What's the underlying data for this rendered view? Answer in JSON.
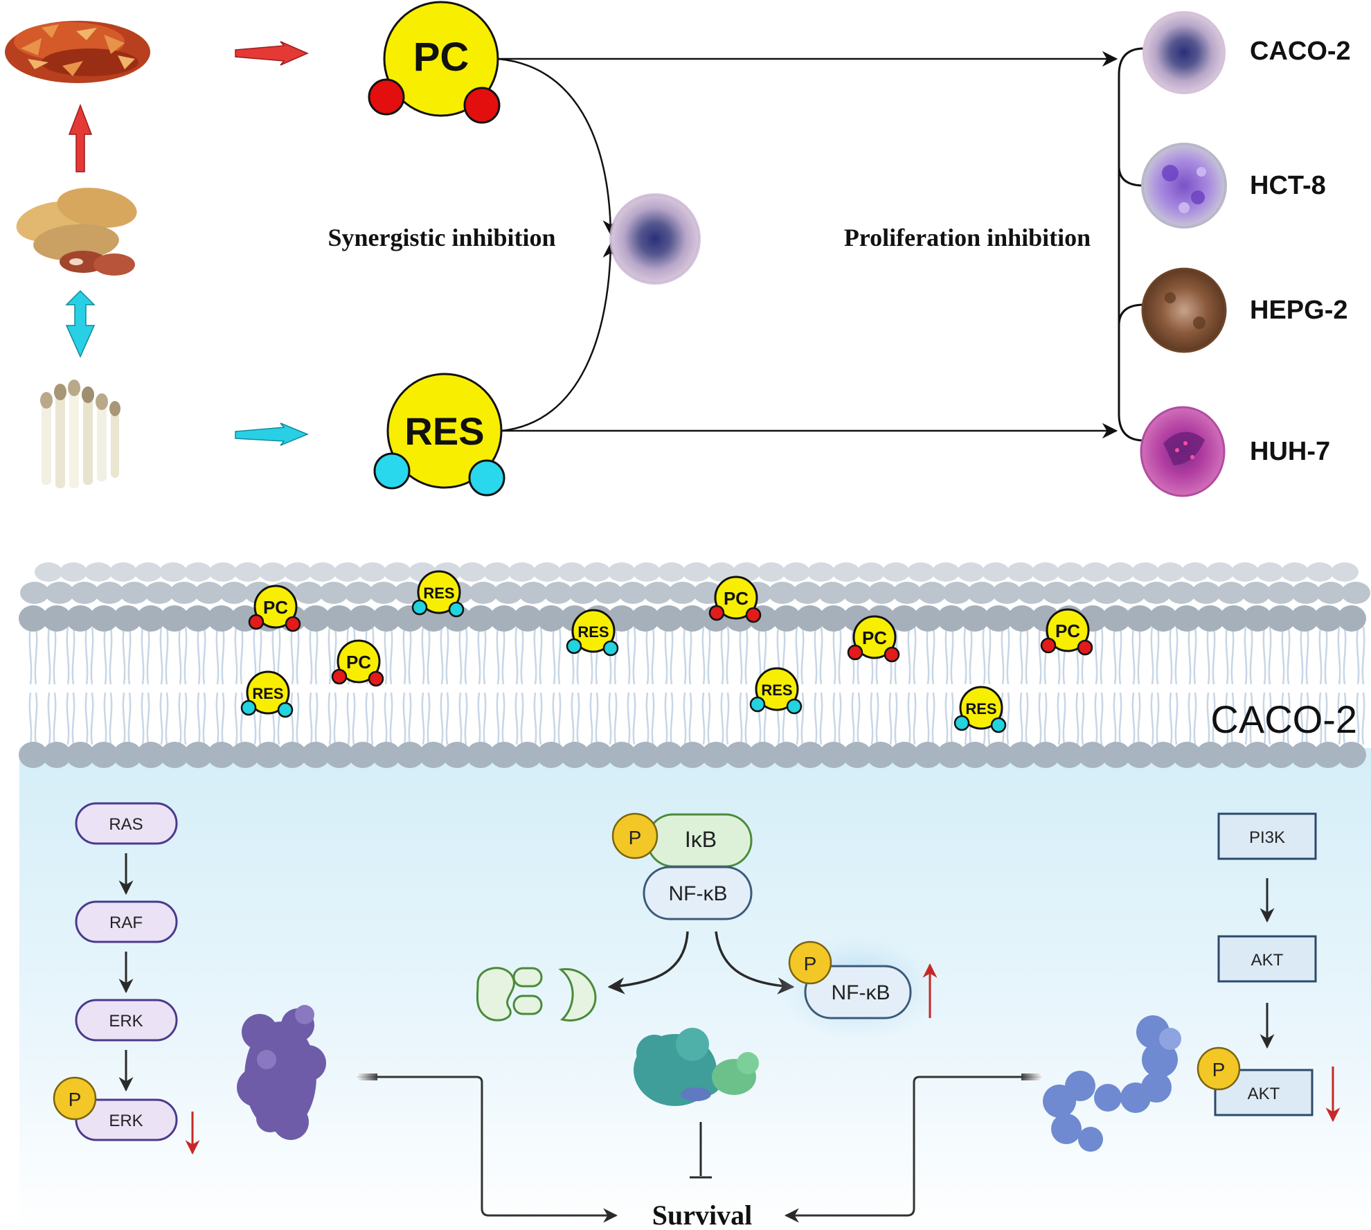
{
  "top": {
    "pc_label": "PC",
    "res_label": "RES",
    "synergistic_label": "Synergistic inhibition",
    "proliferation_label": "Proliferation inhibition",
    "cell_lines": [
      "CACO-2",
      "HCT-8",
      "HEPG-2",
      "HUH-7"
    ]
  },
  "membrane": {
    "cell_label": "CACO-2",
    "pc_chip_label": "PC",
    "res_chip_label": "RES"
  },
  "pathways": {
    "ras": "RAS",
    "raf": "RAF",
    "erk": "ERK",
    "p_erk": "ERK",
    "phospho": "P",
    "ikb": "IκB",
    "nfkb": "NF-κB",
    "p_nfkb": "NF-κB",
    "pi3k": "PI3K",
    "akt": "AKT",
    "p_akt": "AKT",
    "survival": "Survival"
  },
  "colors": {
    "pc_accent": "#e31b1b",
    "res_accent": "#22d3e0",
    "molecule_yellow": "#f8ee00",
    "down_arrow": "#c62828",
    "up_arrow": "#c62828",
    "membrane_head": "#a8b4c0",
    "cytoplasm": "#e3f3fb"
  },
  "icons": {
    "chili": "chili-flakes-icon",
    "peanut": "peanut-icon",
    "sprout": "peanut-sprout-icon"
  }
}
